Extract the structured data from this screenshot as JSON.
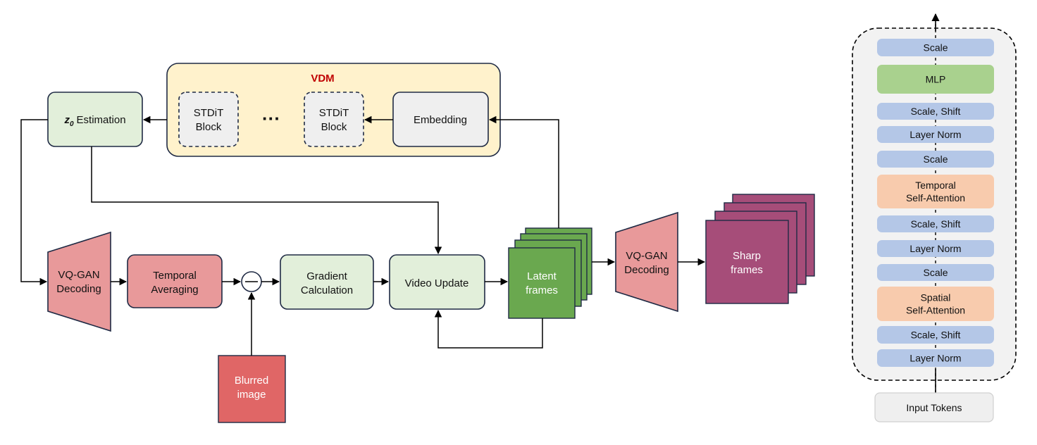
{
  "vdm": {
    "title": "VDM",
    "stdit1": [
      "STDiT",
      "Block"
    ],
    "ellipsis": "···",
    "stdit2": [
      "STDiT",
      "Block"
    ],
    "embedding": "Embedding"
  },
  "z0": {
    "symbol": "z",
    "subscript": "0",
    "label": "Estimation"
  },
  "vqgan_left": [
    "VQ-GAN",
    "Decoding"
  ],
  "temporal_avg": [
    "Temporal",
    "Averaging"
  ],
  "gradient": [
    "Gradient",
    "Calculation"
  ],
  "video_update": "Video Update",
  "latent": [
    "Latent",
    "frames"
  ],
  "vqgan_right": [
    "VQ-GAN",
    "Decoding"
  ],
  "sharp": [
    "Sharp",
    "frames"
  ],
  "blurred": [
    "Blurred",
    "image"
  ],
  "block_stack": {
    "input": "Input Tokens",
    "layers": [
      "Scale",
      "MLP",
      "Scale, Shift",
      "Layer Norm",
      "Scale",
      "Temporal|Self-Attention",
      "Scale, Shift",
      "Layer Norm",
      "Scale",
      "Spatial|Self-Attention",
      "Scale, Shift",
      "Layer Norm"
    ]
  },
  "colors": {
    "green_light": "#e2efda",
    "pink": "#e8999a",
    "red": "#e06666",
    "latent_green": "#6aa84f",
    "sharp_purple": "#a64d79",
    "vdm_bg": "#fff2cc",
    "blue_layer": "#b4c7e7",
    "mlp_green": "#a9d18e",
    "attn_orange": "#f8cbad",
    "gray_box": "#efefef"
  }
}
